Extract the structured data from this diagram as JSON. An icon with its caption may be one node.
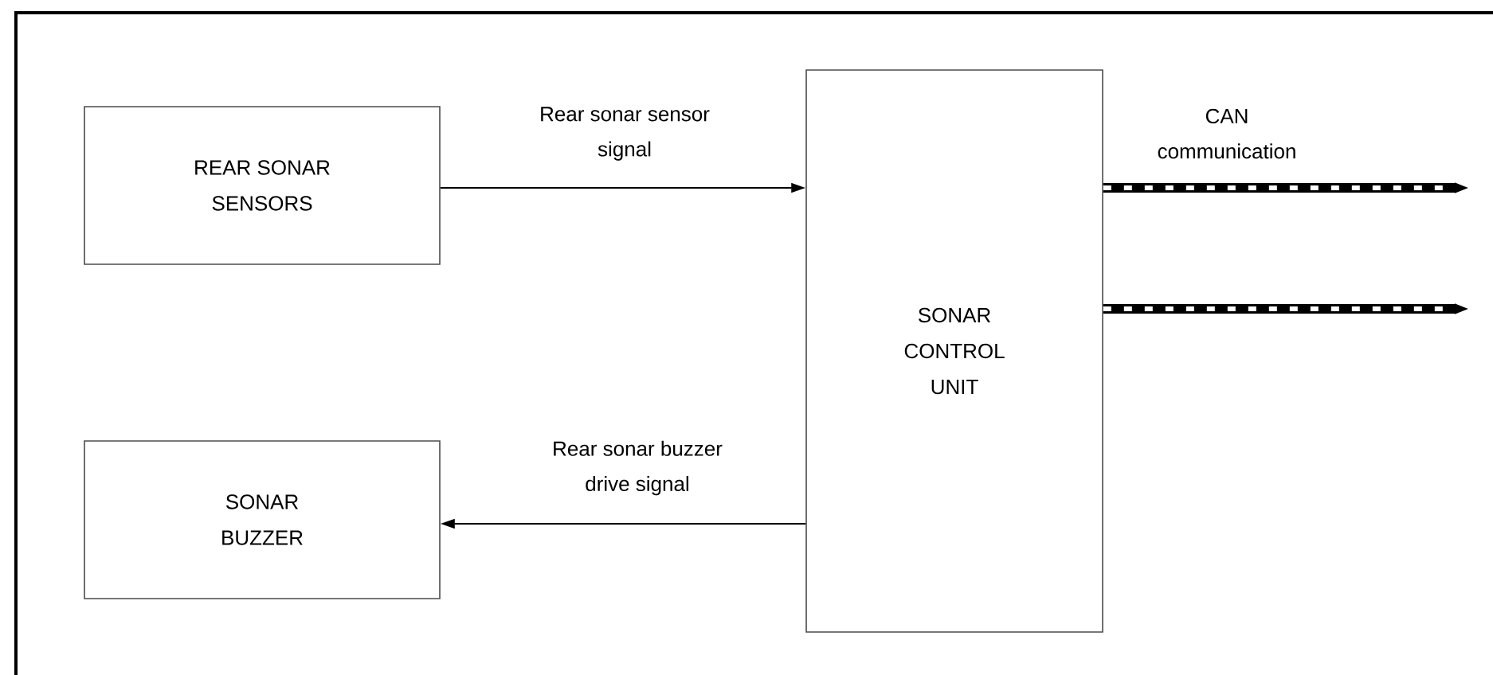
{
  "diagram": {
    "nodes": [
      {
        "text": [
          "REAR SONAR SENSORS"
        ]
      },
      {
        "text": [
          "SONAR BUZZER"
        ]
      },
      {
        "text": [
          "SONAR CONTROL UNIT"
        ]
      }
    ],
    "edges": [
      {
        "from": 0,
        "to": 2,
        "arrow": "to",
        "label": "Rear sonar sensor signal"
      },
      {
        "from": 2,
        "to": 1,
        "arrow": "to",
        "label": "Rear sonar buzzer drive signal"
      },
      {
        "from": 2,
        "to": null,
        "arrow": "to",
        "label": "CAN communication",
        "style": "thick"
      },
      {
        "from": 2,
        "to": null,
        "arrow": "to",
        "style": "thick"
      }
    ]
  }
}
